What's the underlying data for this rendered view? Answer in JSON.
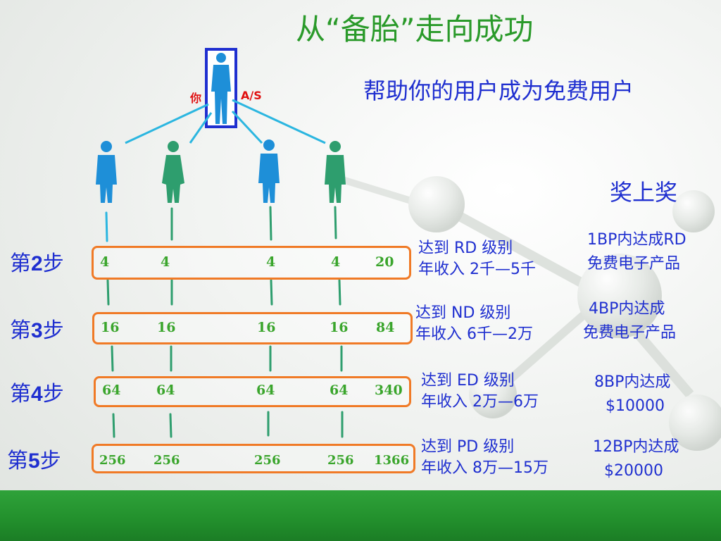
{
  "title": "从“备胎”走向成功",
  "subtitle": "帮助你的用户成为免费用户",
  "bonus_title": "奖上奖",
  "top_labels": {
    "you": "你",
    "as": "A/S"
  },
  "rows": [
    {
      "step": "第",
      "step_num": "2",
      "step_suffix": "步",
      "values": [
        "4",
        "4",
        "4",
        "4"
      ],
      "total": "20",
      "info": [
        "达到 RD 级别",
        "年收入 2千—5千"
      ],
      "reward": [
        "1BP内达成RD",
        "免费电子产品"
      ]
    },
    {
      "step": "第",
      "step_num": "3",
      "step_suffix": "步",
      "values": [
        "16",
        "16",
        "16",
        "16"
      ],
      "total": "84",
      "info": [
        "达到 ND 级别",
        "年收入 6千—2万"
      ],
      "reward": [
        "4BP内达成",
        "免费电子产品"
      ]
    },
    {
      "step": "第",
      "step_num": "4",
      "step_suffix": "步",
      "values": [
        "64",
        "64",
        "64",
        "64"
      ],
      "total": "340",
      "info": [
        "达到 ED 级别",
        "年收入 2万—6万"
      ],
      "reward": [
        "8BP内达成",
        "$10000"
      ]
    },
    {
      "step": "第",
      "step_num": "5",
      "step_suffix": "步",
      "values": [
        "256",
        "256",
        "256",
        "256"
      ],
      "total": "1366",
      "info": [
        "达到 PD 级别",
        "年收入 8万—15万"
      ],
      "reward": [
        "12BP内达成",
        "$20000"
      ]
    }
  ],
  "colors": {
    "title": "#2a9a2a",
    "accent_blue": "#1f2fd0",
    "box_border": "#f07a26",
    "numbers": "#3aa52c",
    "label_red": "#e01010",
    "figure_blue": "#1e8fd8",
    "figure_green": "#2e9e6e",
    "footer": "#23912d"
  }
}
